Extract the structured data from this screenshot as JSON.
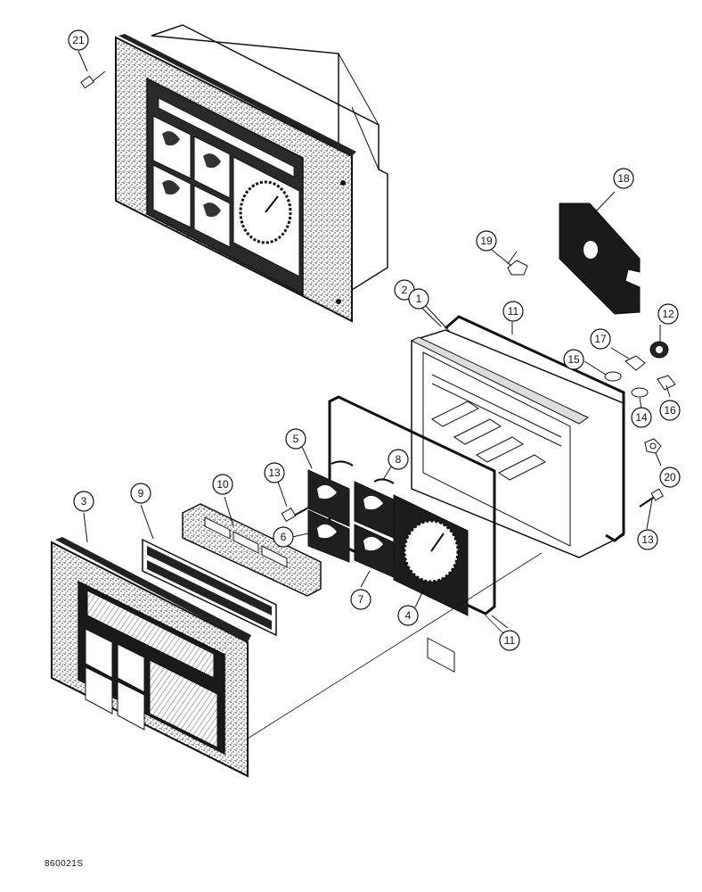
{
  "figure_ref": "860021S",
  "callouts": [
    {
      "id": "c21",
      "label": "21"
    },
    {
      "id": "c18",
      "label": "18"
    },
    {
      "id": "c19",
      "label": "19"
    },
    {
      "id": "c2",
      "label": "2"
    },
    {
      "id": "c1",
      "label": "1"
    },
    {
      "id": "c11a",
      "label": "11"
    },
    {
      "id": "c12",
      "label": "12"
    },
    {
      "id": "c17",
      "label": "17"
    },
    {
      "id": "c15",
      "label": "15"
    },
    {
      "id": "c14",
      "label": "14"
    },
    {
      "id": "c16",
      "label": "16"
    },
    {
      "id": "c20",
      "label": "20"
    },
    {
      "id": "c13b",
      "label": "13"
    },
    {
      "id": "c5",
      "label": "5"
    },
    {
      "id": "c8",
      "label": "8"
    },
    {
      "id": "c13a",
      "label": "13"
    },
    {
      "id": "c6",
      "label": "6"
    },
    {
      "id": "c7",
      "label": "7"
    },
    {
      "id": "c4",
      "label": "4"
    },
    {
      "id": "c11b",
      "label": "11"
    },
    {
      "id": "c3",
      "label": "3"
    },
    {
      "id": "c9",
      "label": "9"
    },
    {
      "id": "c10",
      "label": "10"
    }
  ]
}
